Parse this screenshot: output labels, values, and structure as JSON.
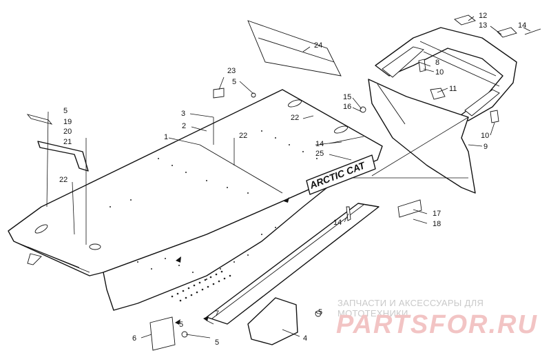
{
  "diagram": {
    "badge_text": "ARCTIC CAT",
    "callouts": [
      "1",
      "2",
      "3",
      "4",
      "5",
      "6",
      "7",
      "8",
      "9",
      "10",
      "11",
      "12",
      "13",
      "14",
      "15",
      "16",
      "17",
      "18",
      "19",
      "20",
      "21",
      "22",
      "23",
      "24",
      "25"
    ]
  },
  "watermark": {
    "tagline": "ЗАПЧАСТИ И АКСЕССУАРЫ ДЛЯ МОТОТЕХНИКИ",
    "logo": "PARTSFOR.RU"
  },
  "colors": {
    "line": "#111111",
    "watermark_text": "#c9c9c9",
    "watermark_logo": "#f2c4c4"
  }
}
